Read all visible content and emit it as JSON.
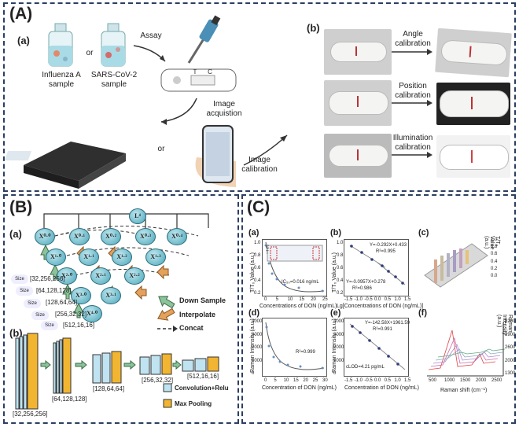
{
  "panelA": {
    "tag": "(A)",
    "sub_a": "(a)",
    "sub_b": "(b)",
    "sample1": "Influenza A\nsample",
    "or1": "or",
    "sample2": "SARS-CoV-2\nsample",
    "assay": "Assay",
    "strip_T": "T",
    "strip_C": "C",
    "image_acq": "Image\nacquistion",
    "or2": "or",
    "image_cal": "Image\ncalibration",
    "angle": "Angle\ncalibration",
    "position": "Position\ncalibration",
    "illum": "Illumination\ncalibration"
  },
  "panelB": {
    "tag": "(B)",
    "sub_a": "(a)",
    "sub_b": "(b)",
    "top_node": "L⁴",
    "nodes": [
      "X⁰·⁰",
      "X⁰·¹",
      "X⁰·²",
      "X⁰·³",
      "X⁰·⁴",
      "X¹·⁰",
      "X¹·¹",
      "X¹·²",
      "X¹·³",
      "X²·⁰",
      "X²·¹",
      "X²·²",
      "X³·⁰",
      "X³·¹",
      "X⁴·⁰"
    ],
    "size": "Size",
    "dims_a": [
      "[32,256,256]",
      "[64,128,128]",
      "[128,64,64]",
      "[256,32,32]",
      "[512,16,16]"
    ],
    "legend": [
      "Down Sample",
      "Interpolate",
      "Concat"
    ],
    "dims_b": [
      "[32,256,256]",
      "[64,128,128]",
      "[128,64,64]",
      "[256,32,32]",
      "[512,16,16]"
    ],
    "legend_b": [
      "Convolution+Relu",
      "Max Pooling"
    ]
  },
  "panelC": {
    "tag": "(C)",
    "subs": [
      "(a)",
      "(b)",
      "(c)",
      "(d)",
      "(e)",
      "(f)"
    ],
    "a_ylabel": "T/T₀ Value (a.u.)",
    "a_xlabel": "Concentrations of DON (ng/mL)",
    "a_ic": "IC₅₀=0.016 ng/mL",
    "a_xticks": [
      "0",
      "5",
      "10",
      "15",
      "20",
      "25"
    ],
    "a_yticks": [
      "0.2",
      "0.4",
      "0.6",
      "0.8",
      "1.0"
    ],
    "a_inset": "C\nT",
    "b_ylabel": "T/T₀ Value (a.u.)",
    "b_xlabel": "Lg[Concentrations of DON (ng/mL)]",
    "b_eq1": "Y=-0.292X+0.433",
    "b_r1": "R²=0.995",
    "b_eq2": "Y=-0.0957X+0.278",
    "b_r2": "R²=0.986",
    "b_xticks": [
      "-1.5",
      "-1.0",
      "-0.5",
      "0.0",
      "0.5",
      "1.0",
      "1.5"
    ],
    "b_yticks": [
      "0.2",
      "0.4",
      "0.6",
      "0.8",
      "1.0"
    ],
    "c_zlabel": "T/T₀ Value (a.u.)",
    "c_zticks": [
      "0.0",
      "0.2",
      "0.4",
      "0.6",
      "0.8",
      "1.0"
    ],
    "d_ylabel": "Raman Intensity (a.u.)",
    "d_xlabel": "Concentration of DON (ng/mL)",
    "d_r": "R²=0.999",
    "d_xticks": [
      "0",
      "5",
      "10",
      "15",
      "20",
      "25",
      "30"
    ],
    "d_yticks": [
      "0",
      "1000",
      "2000",
      "3000",
      "4000"
    ],
    "e_ylabel": "Raman Intensity (a.u.)",
    "e_xlabel": "Concentration of DON (ng/mL)",
    "e_eq": "Y=-142.58X+1961.59",
    "e_r": "R²=0.991",
    "e_lod": "cLOD=4.21 pg/mL",
    "e_xticks": [
      "-1.5",
      "-1.0",
      "-0.5",
      "0.0",
      "0.5",
      "1.0",
      "1.5"
    ],
    "e_yticks": [
      "0",
      "1000",
      "2000",
      "3000",
      "4000"
    ],
    "f_ylabel": "Raman Intensity (a.u.)",
    "f_xlabel": "Raman shift (cm⁻¹)",
    "f_xticks": [
      "500",
      "1000",
      "1500",
      "2000",
      "2500"
    ],
    "f_yticks": [
      "1300",
      "2000",
      "2600",
      "3900",
      "5200"
    ]
  }
}
